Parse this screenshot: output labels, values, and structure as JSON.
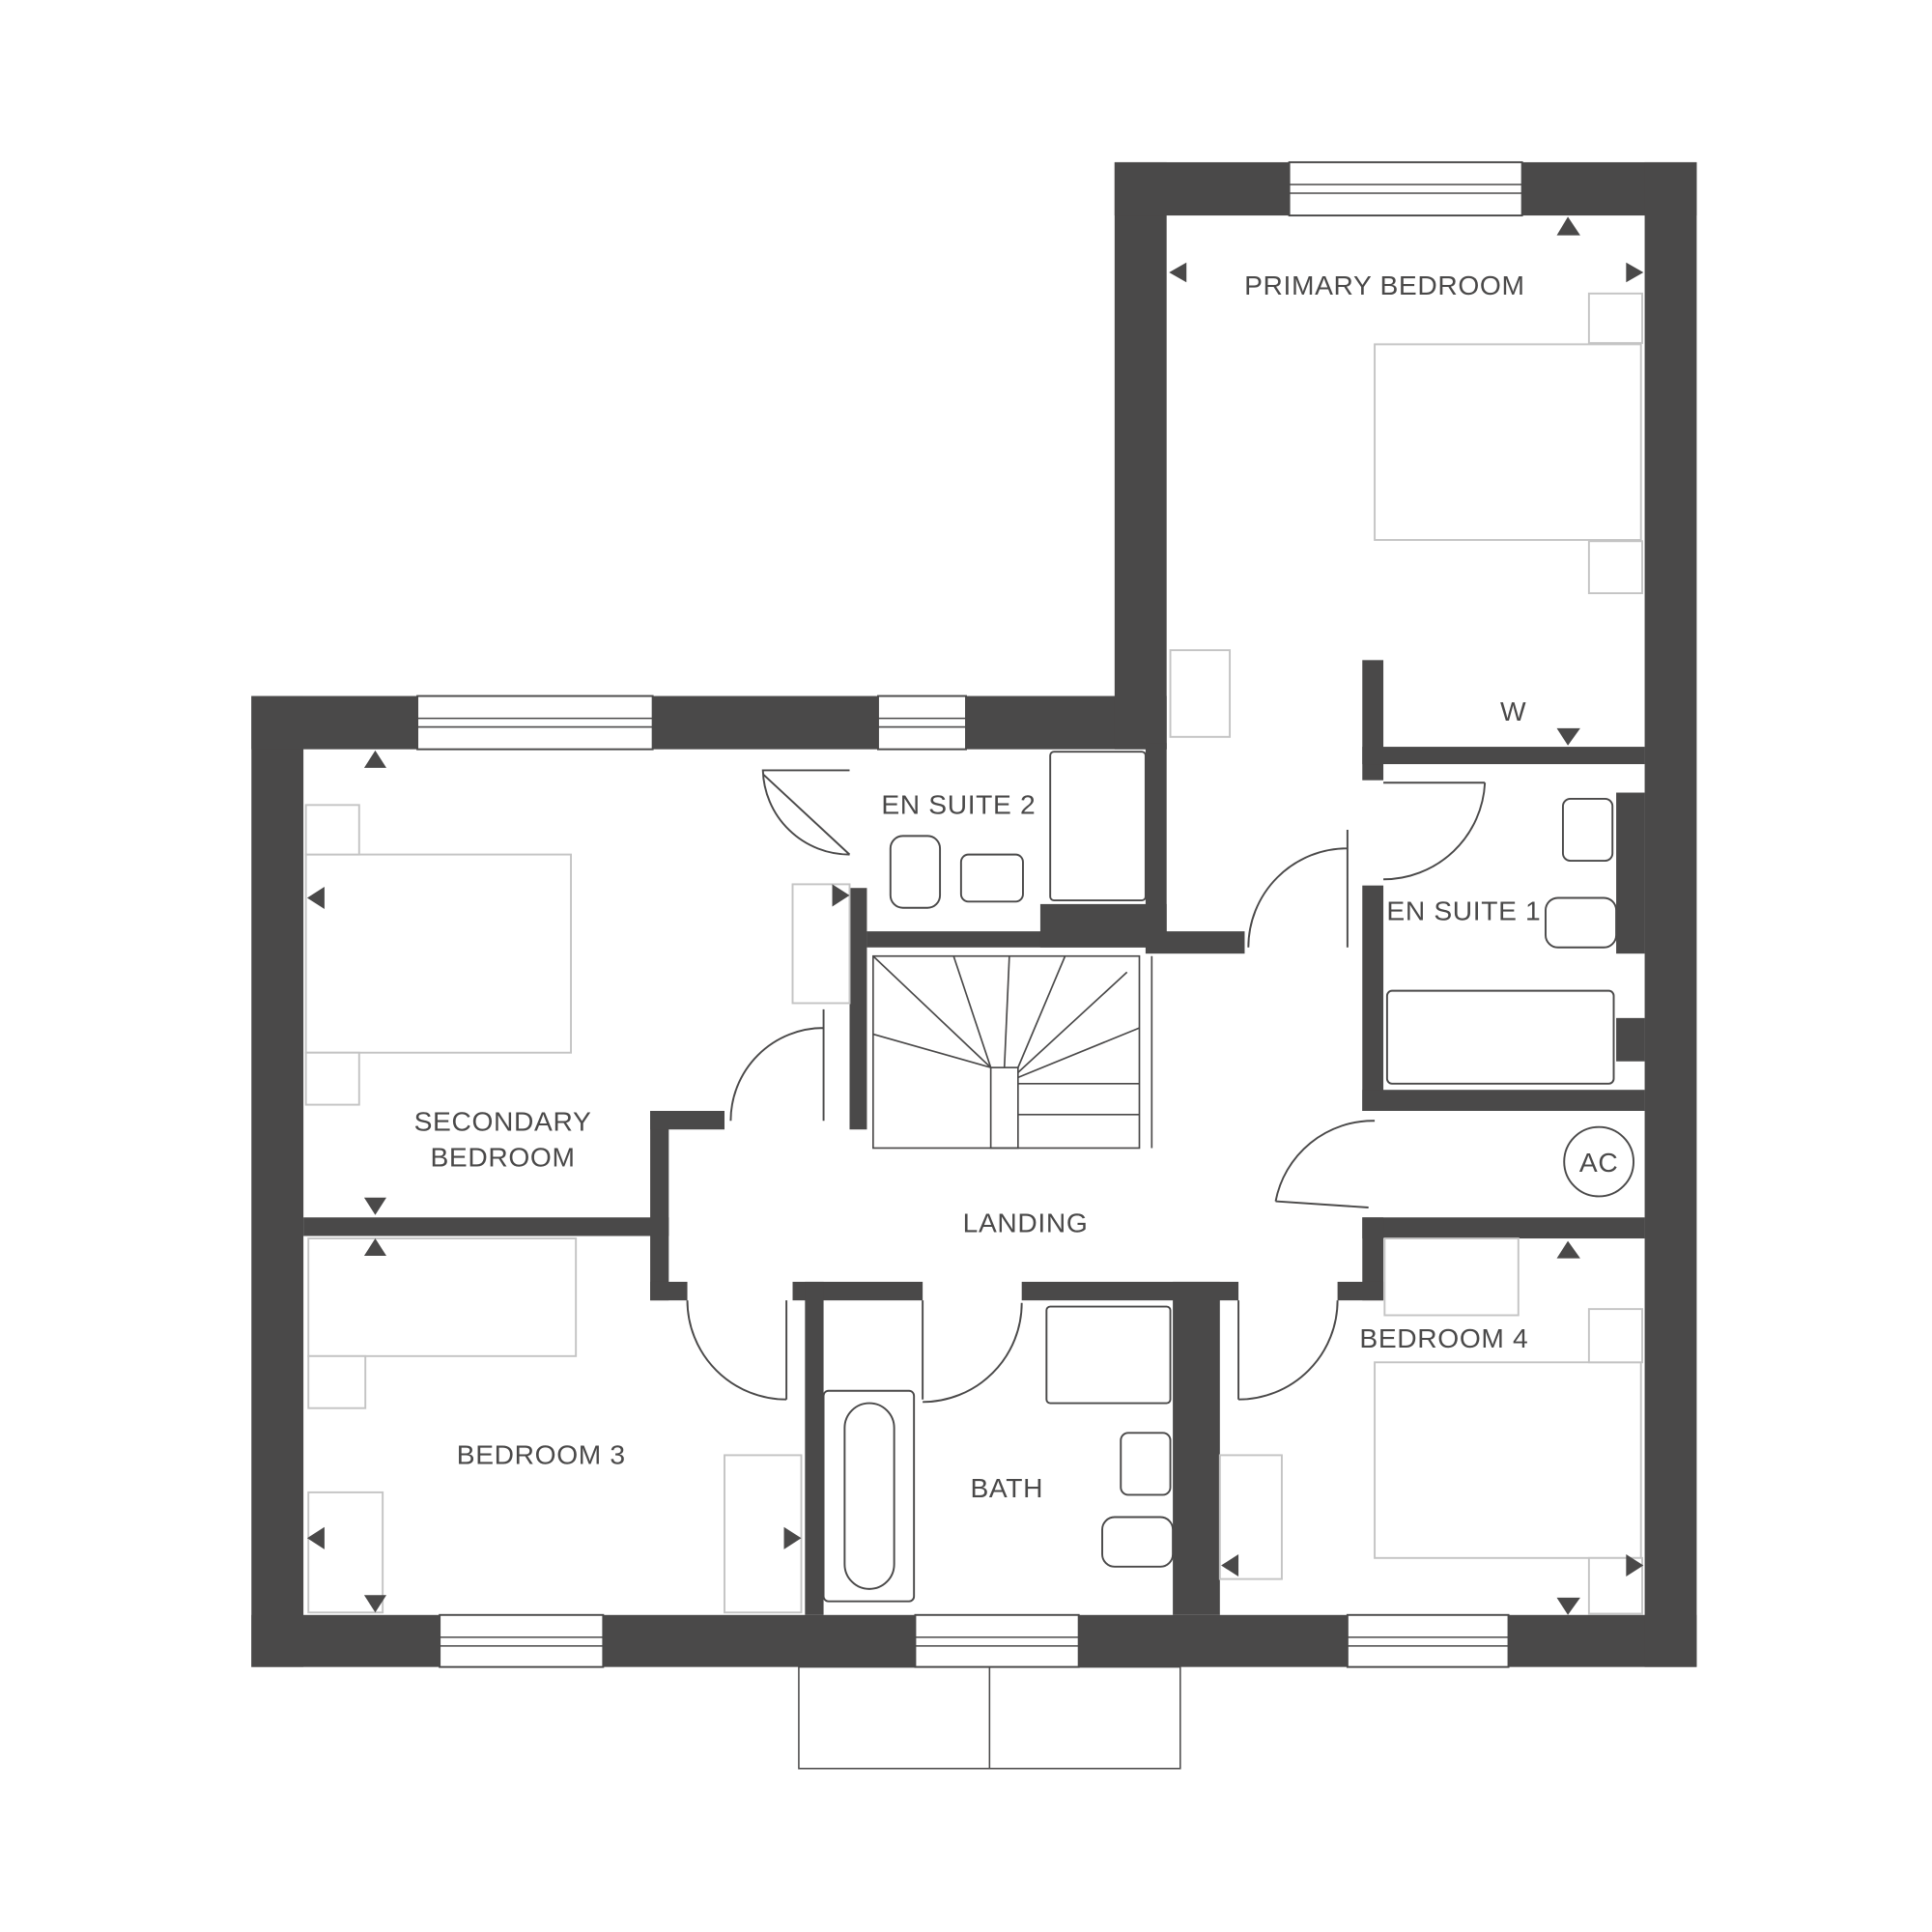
{
  "rooms": {
    "primary_bedroom": "PRIMARY BEDROOM",
    "en_suite_2": "EN SUITE 2",
    "en_suite_1": "EN SUITE 1",
    "wardrobe": "W",
    "secondary_bedroom_line1": "SECONDARY",
    "secondary_bedroom_line2": "BEDROOM",
    "landing": "LANDING",
    "airing_cupboard": "AC",
    "bedroom_3": "BEDROOM 3",
    "bath": "BATH",
    "bedroom_4": "BEDROOM 4"
  },
  "colors": {
    "wall": "#4a4949",
    "furniture": "#c4c4c4"
  }
}
